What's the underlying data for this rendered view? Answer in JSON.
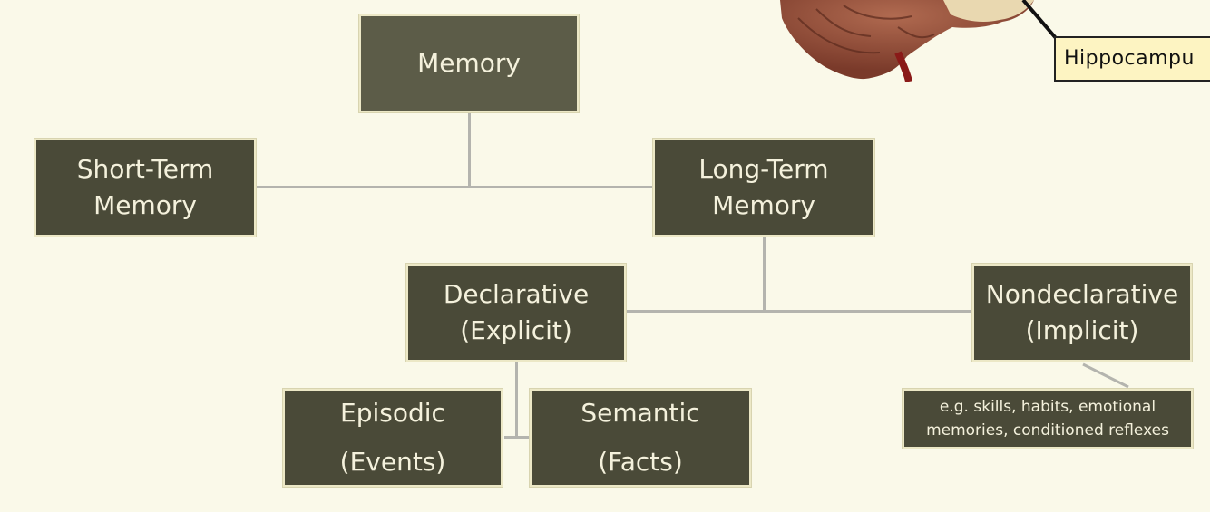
{
  "diagram": {
    "root": "Memory",
    "short_term": [
      "Short-Term",
      "Memory"
    ],
    "long_term": [
      "Long-Term",
      "Memory"
    ],
    "declarative": [
      "Declarative",
      "(Explicit)"
    ],
    "nondeclarative": [
      "Nondeclarative",
      "(Implicit)"
    ],
    "episodic": [
      "Episodic",
      "(Events)"
    ],
    "semantic": [
      "Semantic",
      "(Facts)"
    ],
    "nondeclarative_examples": [
      "e.g. skills, habits, emotional",
      "memories, conditioned reflexes"
    ]
  },
  "illustration": {
    "label": "Hippocampus",
    "label_visible": "Hippocampu",
    "image": "brain-illustration"
  },
  "colors": {
    "background": "#faf9e9",
    "node_fill": "#4a4a38",
    "root_fill": "#5c5c48",
    "node_text": "#f4f1dc",
    "connector": "#b4b4ae",
    "callout_fill": "#fdf4c2"
  }
}
